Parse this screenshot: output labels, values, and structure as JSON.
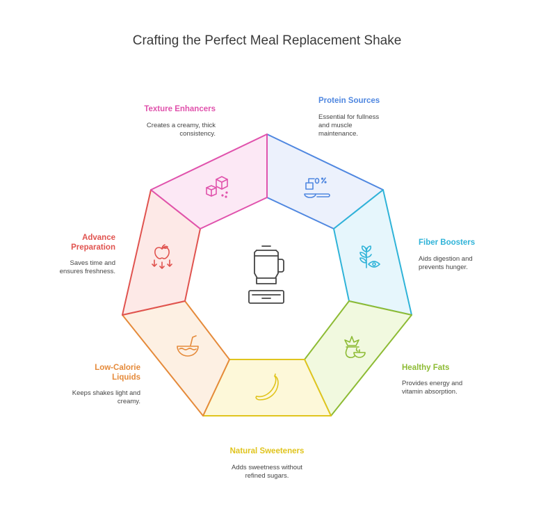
{
  "title": "Crafting the Perfect Meal Replacement Shake",
  "segments": [
    {
      "id": "protein",
      "label": "Protein Sources",
      "desc": "Essential for fullness and muscle maintenance.",
      "color": "#4f87e0",
      "fill": "#ecf1fc",
      "icon": "protein-scoop-icon"
    },
    {
      "id": "fiber",
      "label": "Fiber Boosters",
      "desc": "Aids digestion and prevents hunger.",
      "color": "#2fb3d8",
      "fill": "#e6f6fc",
      "icon": "plant-eye-icon"
    },
    {
      "id": "fats",
      "label": "Healthy Fats",
      "desc": "Provides energy and vitamin absorption.",
      "color": "#8dbb34",
      "fill": "#f1f9df",
      "icon": "avocado-icon"
    },
    {
      "id": "sweeteners",
      "label": "Natural Sweeteners",
      "desc": "Adds sweetness without refined sugars.",
      "color": "#e0c41d",
      "fill": "#fdf8d9",
      "icon": "banana-icon"
    },
    {
      "id": "liquids",
      "label": "Low-Calorie Liquids",
      "desc": "Keeps shakes light and creamy.",
      "color": "#e58a3a",
      "fill": "#fdf0e3",
      "icon": "coconut-icon"
    },
    {
      "id": "prep",
      "label": "Advance Preparation",
      "desc": "Saves time and ensures freshness.",
      "color": "#e0534f",
      "fill": "#fde9e7",
      "icon": "apple-arrows-icon"
    },
    {
      "id": "texture",
      "label": "Texture Enhancers",
      "desc": "Creates a creamy, thick consistency.",
      "color": "#e052ac",
      "fill": "#fce8f5",
      "icon": "ice-cubes-icon"
    }
  ],
  "center_icon": "blender-icon"
}
